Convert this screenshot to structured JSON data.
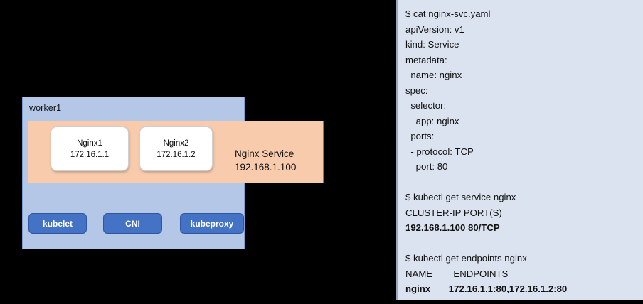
{
  "diagram": {
    "node": {
      "label": "worker1",
      "color": "#b4c7e7"
    },
    "service": {
      "color": "#f8cbad",
      "name": "Nginx Service",
      "cluster_ip": "192.168.1.100"
    },
    "pods": [
      {
        "name": "Nginx1",
        "ip": "172.16.1.1"
      },
      {
        "name": "Nginx2",
        "ip": "172.16.1.2"
      }
    ],
    "components": [
      {
        "label": "kubelet"
      },
      {
        "label": "CNI"
      },
      {
        "label": "kubeproxy"
      }
    ],
    "component_color": "#4472c4"
  },
  "terminal": {
    "background": "#dce3f0",
    "lines": [
      {
        "text": "$ cat nginx-svc.yaml",
        "bold": false
      },
      {
        "text": "apiVersion: v1",
        "bold": false
      },
      {
        "text": "kind: Service",
        "bold": false
      },
      {
        "text": "metadata:",
        "bold": false
      },
      {
        "text": "  name: nginx",
        "bold": false
      },
      {
        "text": "spec:",
        "bold": false
      },
      {
        "text": "  selector:",
        "bold": false
      },
      {
        "text": "    app: nginx",
        "bold": false
      },
      {
        "text": "  ports:",
        "bold": false
      },
      {
        "text": "  - protocol: TCP",
        "bold": false
      },
      {
        "text": "    port: 80",
        "bold": false
      },
      {
        "text": "",
        "bold": false
      },
      {
        "text": "$ kubectl get service nginx",
        "bold": false
      },
      {
        "text": "CLUSTER-IP PORT(S)",
        "bold": false
      },
      {
        "text": "192.168.1.100 80/TCP",
        "bold": true
      },
      {
        "text": "",
        "bold": false
      },
      {
        "text": "$ kubectl get endpoints nginx",
        "bold": false
      },
      {
        "text": "NAME        ENDPOINTS",
        "bold": false
      },
      {
        "text": "nginx       172.16.1.1:80,172.16.1.2:80",
        "bold": true
      }
    ]
  }
}
